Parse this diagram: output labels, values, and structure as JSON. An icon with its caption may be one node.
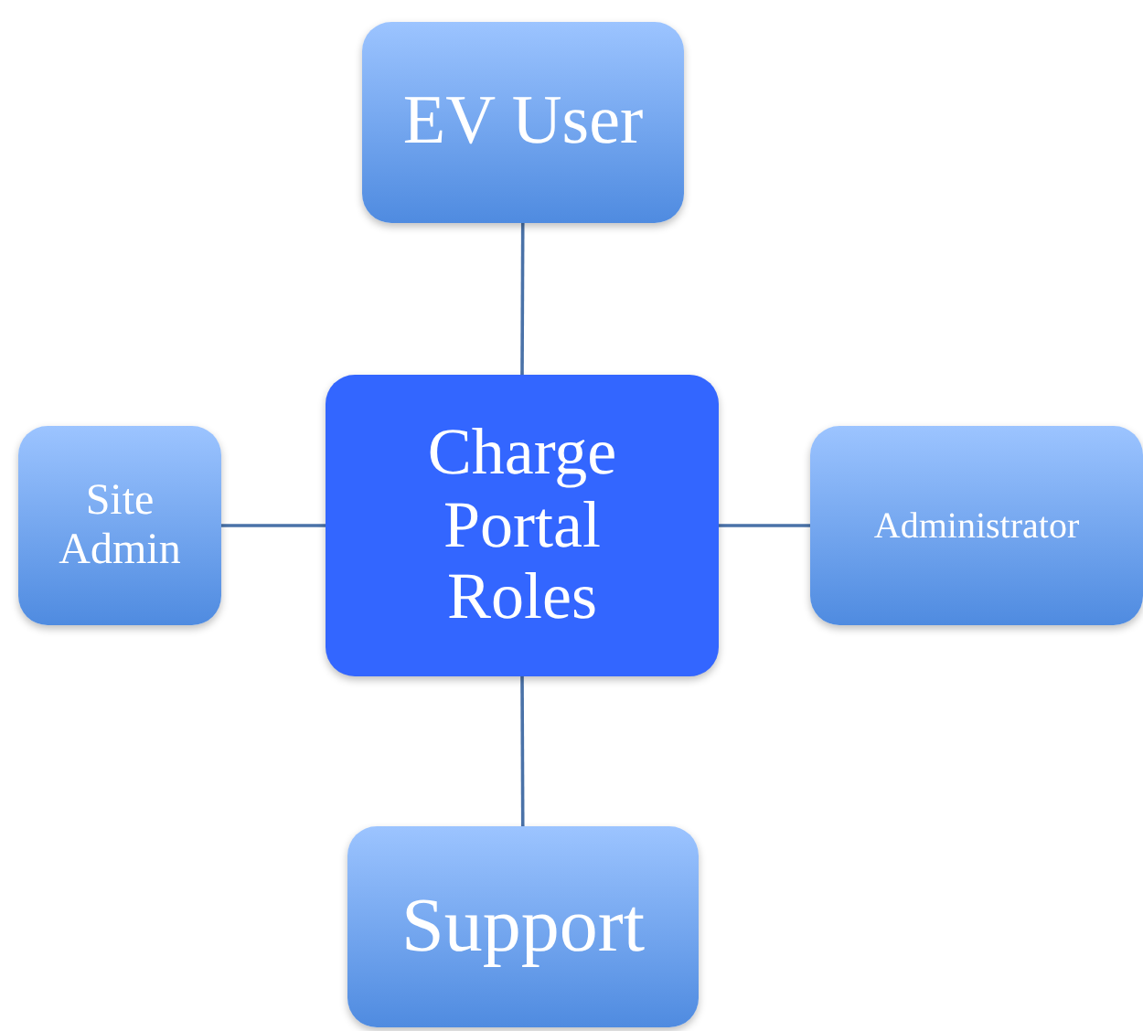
{
  "diagram": {
    "nodes": [
      {
        "text": [
          "EV User"
        ]
      },
      {
        "text": [
          "Site Admin"
        ]
      },
      {
        "text": [
          "Charge Portal Roles"
        ]
      },
      {
        "text": [
          "Administrator"
        ]
      },
      {
        "text": [
          "Support"
        ]
      }
    ],
    "edges": [
      {
        "from": 2,
        "to": 0,
        "arrow": "none"
      },
      {
        "from": 2,
        "to": 1,
        "arrow": "none"
      },
      {
        "from": 2,
        "to": 3,
        "arrow": "none"
      },
      {
        "from": 2,
        "to": 4,
        "arrow": "none"
      }
    ]
  }
}
